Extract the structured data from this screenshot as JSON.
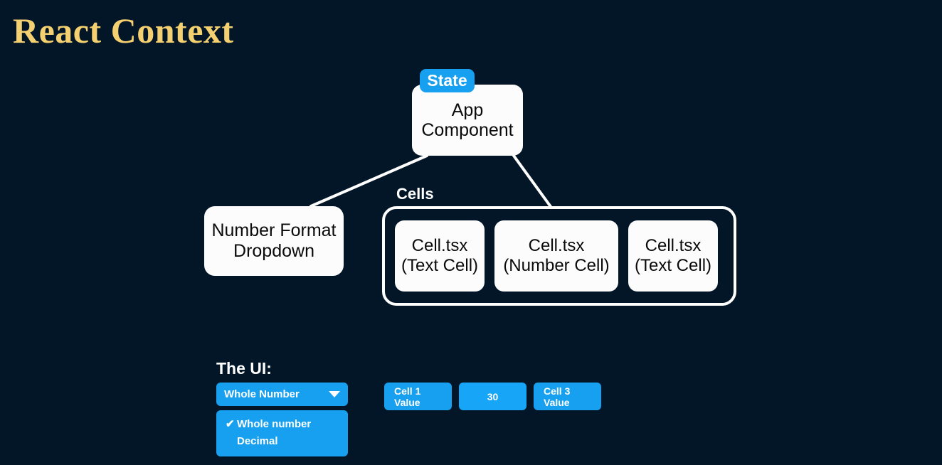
{
  "slide": {
    "title": "React Context",
    "title_color": "#F5D070",
    "background_color": "#021627"
  },
  "diagram": {
    "state_badge": {
      "label": "State",
      "color": "#18A0F0"
    },
    "app_component": {
      "label": "App Component"
    },
    "number_format_node": {
      "label": "Number Format Dropdown"
    },
    "cells_group": {
      "label": "Cells",
      "cells": [
        {
          "file": "Cell.tsx",
          "kind": "(Text Cell)"
        },
        {
          "file": "Cell.tsx",
          "kind": "(Number Cell)"
        },
        {
          "file": "Cell.tsx",
          "kind": "(Text Cell)"
        }
      ]
    }
  },
  "ui_section": {
    "heading": "The UI:",
    "dropdown": {
      "selected_value": "Whole Number",
      "chevron_icon": "chevron-down-icon",
      "options": [
        {
          "label": "Whole number",
          "checked": true,
          "check_glyph": "✔"
        },
        {
          "label": "Decimal",
          "checked": false,
          "check_glyph": ""
        }
      ]
    },
    "cell_buttons": [
      {
        "label": "Cell 1 Value"
      },
      {
        "label": "30"
      },
      {
        "label": "Cell 3 Value"
      }
    ],
    "accent_color": "#18A0F0"
  }
}
